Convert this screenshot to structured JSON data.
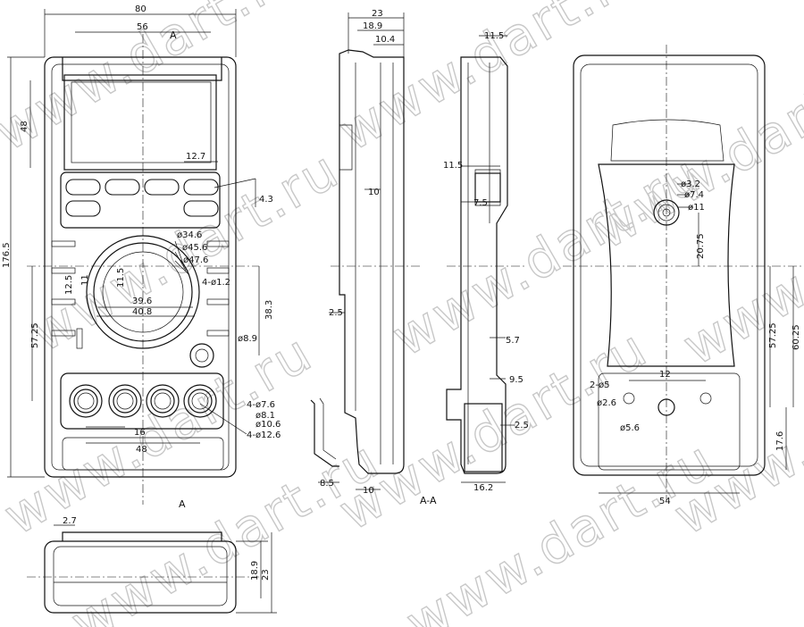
{
  "watermark": "www.dart.ru",
  "section_marks": {
    "top": "A",
    "bottom": "A",
    "section_label": "A-A"
  },
  "front_view": {
    "width_total": "80",
    "width_inner": "56",
    "height_total": "176.5",
    "display_height": "48",
    "key_width": "12.7",
    "key_gap": "4.3",
    "dial_diameters": [
      "ø34.6",
      "ø45.6",
      "ø47.6"
    ],
    "dial_slot_a": "12.5",
    "dial_slot_b": "11",
    "dial_slot_c": "11.5",
    "dial_width_a": "39.6",
    "dial_width_b": "40.8",
    "holes": "4-ø1.2",
    "dial_center_offset": "38.3",
    "lower_offset": "57.25",
    "knob": "ø8.9",
    "jack_holes": [
      "4-ø7.6",
      "ø8.1",
      "ø10.6",
      "4-ø12.6"
    ],
    "jack_pitch": "16",
    "jack_span": "48"
  },
  "side_view": {
    "depth_total": "23",
    "depth_a": "18.9",
    "depth_b": "10.4",
    "wall": "10",
    "step": "2.5",
    "bottom_a": "8.5",
    "bottom_b": "10"
  },
  "section_view": {
    "top": "11.5",
    "upper": "11.5",
    "upper_b": "7.5",
    "mid": "5.7",
    "lower": "9.5",
    "bottom_step": "2.5",
    "bottom_width": "16.2"
  },
  "back_view": {
    "hole_a": "ø3.2",
    "hole_b": "ø7.4",
    "hole_c": "ø11",
    "offset": "20.75",
    "offset_b": "57.25",
    "offset_c": "60.25",
    "screw_label": "2-ø5",
    "screw_inner": "ø2.6",
    "screw_pitch": "12",
    "foot": "ø5.6",
    "bottom_offset": "17.6",
    "width": "54"
  },
  "top_view": {
    "lip": "2.7",
    "height_a": "18.9",
    "height_b": "23"
  }
}
